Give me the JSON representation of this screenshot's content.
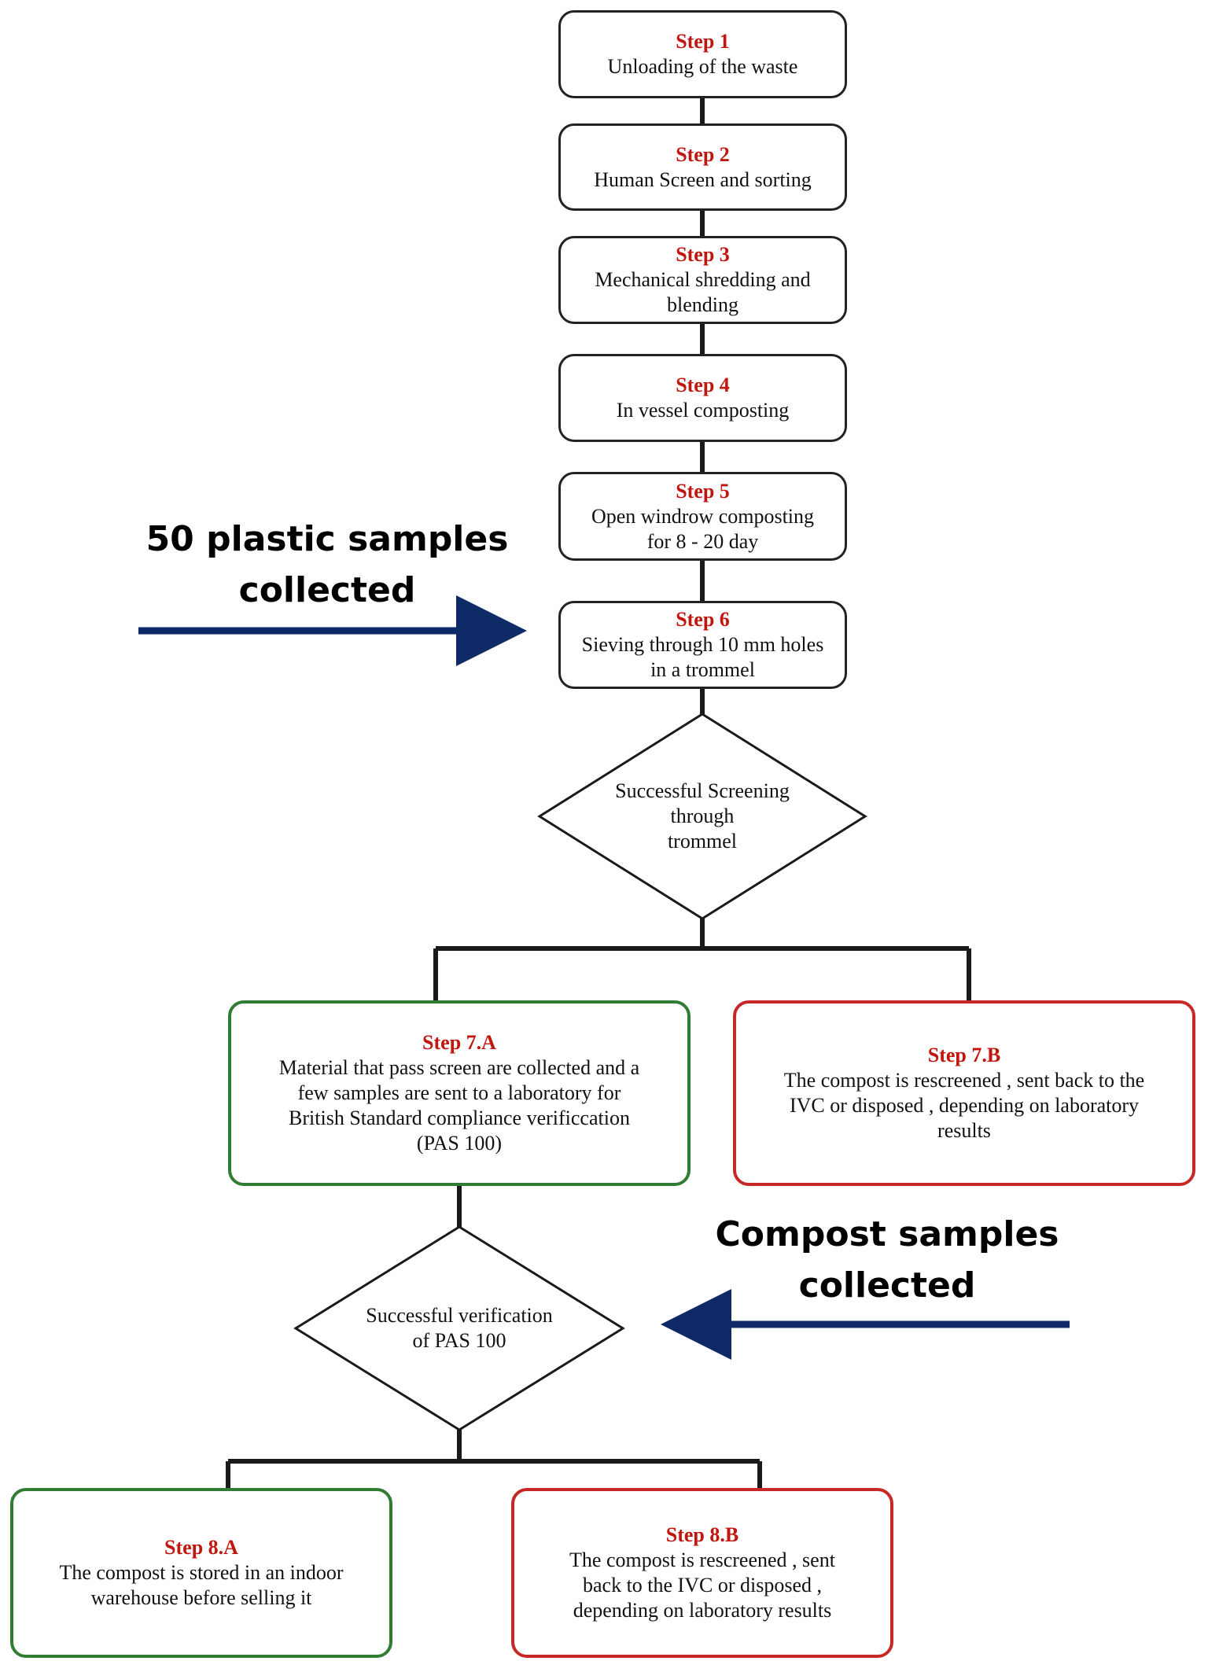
{
  "steps": [
    {
      "id": "step-1",
      "title": "Step 1",
      "text": "Unloading of the waste"
    },
    {
      "id": "step-2",
      "title": "Step 2",
      "text": "Human Screen and sorting"
    },
    {
      "id": "step-3",
      "title": "Step 3",
      "text": "Mechanical shredding and\nblending"
    },
    {
      "id": "step-4",
      "title": "Step 4",
      "text": "In vessel composting"
    },
    {
      "id": "step-5",
      "title": "Step 5",
      "text": "Open windrow composting\nfor 8 - 20 day"
    },
    {
      "id": "step-6",
      "title": "Step 6",
      "text": "Sieving through 10 mm holes\nin a trommel"
    },
    {
      "id": "step-7a",
      "title": "Step 7.A",
      "text": "Material that pass screen are collected and a\nfew samples are sent to a laboratory for\nBritish Standard compliance verificcation\n(PAS 100)"
    },
    {
      "id": "step-7b",
      "title": "Step 7.B",
      "text": "The compost is rescreened , sent back to the\nIVC or disposed , depending on laboratory\nresults"
    },
    {
      "id": "step-8a",
      "title": "Step 8.A",
      "text": "The compost is stored in an indoor\nwarehouse before selling it"
    },
    {
      "id": "step-8b",
      "title": "Step 8.B",
      "text": "The compost is rescreened , sent\nback to the IVC or disposed ,\ndepending on laboratory results"
    }
  ],
  "decisions": [
    {
      "id": "decision-screening",
      "text": "Successful Screening\nthrough\ntrommel"
    },
    {
      "id": "decision-verification",
      "text": "Successful verification\nof PAS 100"
    }
  ],
  "annotations": [
    {
      "id": "annotation-plastic",
      "text": "50 plastic samples\ncollected"
    },
    {
      "id": "annotation-compost",
      "text": "Compost samples\ncollected"
    }
  ],
  "colors": {
    "step_title": "#c0160e",
    "pass_border": "#2f7d32",
    "fail_border": "#c62828",
    "arrow": "#0d2a66",
    "line": "#1a1a1a"
  }
}
